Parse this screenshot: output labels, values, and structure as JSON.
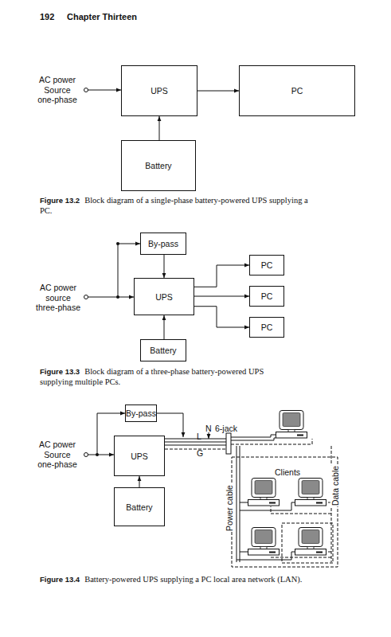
{
  "diagram": {
    "nodes": [
      {
        "text": [
          "UPS"
        ]
      },
      {
        "text": [
          "PC"
        ]
      },
      {
        "text": [
          "Battery"
        ]
      },
      {
        "text": [
          "By-pass"
        ]
      },
      {
        "text": [
          "UPS"
        ]
      },
      {
        "text": [
          "PC"
        ]
      },
      {
        "text": [
          "PC"
        ]
      },
      {
        "text": [
          "PC"
        ]
      },
      {
        "text": [
          "Battery"
        ]
      },
      {
        "text": [
          "By-pass"
        ]
      },
      {
        "text": [
          "UPS"
        ]
      },
      {
        "text": [
          "Battery"
        ]
      }
    ],
    "edges": [
      {
        "from": 0,
        "to": 1,
        "arrow": "to"
      },
      {
        "from": 2,
        "to": 0,
        "arrow": "to"
      },
      {
        "from": 3,
        "to": 4,
        "arrow": "to"
      },
      {
        "from": 8,
        "to": 4,
        "arrow": "to"
      },
      {
        "from": 4,
        "to": 5,
        "arrow": "to"
      },
      {
        "from": 4,
        "to": 6,
        "arrow": "to"
      },
      {
        "from": 4,
        "to": 7,
        "arrow": "to"
      },
      {
        "from": 11,
        "to": 10,
        "arrow": "to"
      }
    ],
    "labels": [
      "192",
      "Chapter Thirteen",
      "AC power Source one-phase",
      "Figure 13.2",
      "Block diagram of a single-phase battery-powered UPS supplying a PC.",
      "AC power source three-phase",
      "Figure 13.3",
      "Block diagram of a three-phase battery-powered UPS supplying multiple PCs.",
      "AC power Source one-phase",
      "N",
      "6-jack",
      "L",
      "G",
      "Clients",
      "Power cable",
      "Data cable",
      "Figure 13.4",
      "Battery-powered UPS supplying a PC local area network (LAN)."
    ]
  }
}
